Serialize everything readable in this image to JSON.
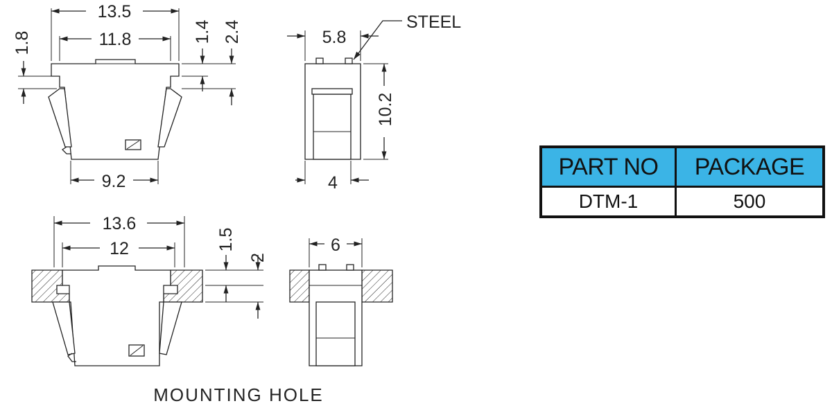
{
  "dimensions": {
    "top_width_outer": "13.5",
    "top_width_inner": "11.8",
    "side_left": "1.8",
    "right_a": "1.4",
    "right_b": "2.4",
    "bottom_width": "9.2",
    "side_width_top": "5.8",
    "side_height": "10.2",
    "side_width_bottom": "4",
    "mount_width_outer": "13.6",
    "mount_width_inner": "12",
    "mount_a": "1.5",
    "mount_b": "2",
    "mount_side_width": "6"
  },
  "labels": {
    "material": "STEEL",
    "caption": "MOUNTING HOLE"
  },
  "table": {
    "headers": [
      "PART NO",
      "PACKAGE"
    ],
    "rows": [
      [
        "DTM-1",
        "500"
      ]
    ],
    "header_color": "#3bb4e6"
  }
}
